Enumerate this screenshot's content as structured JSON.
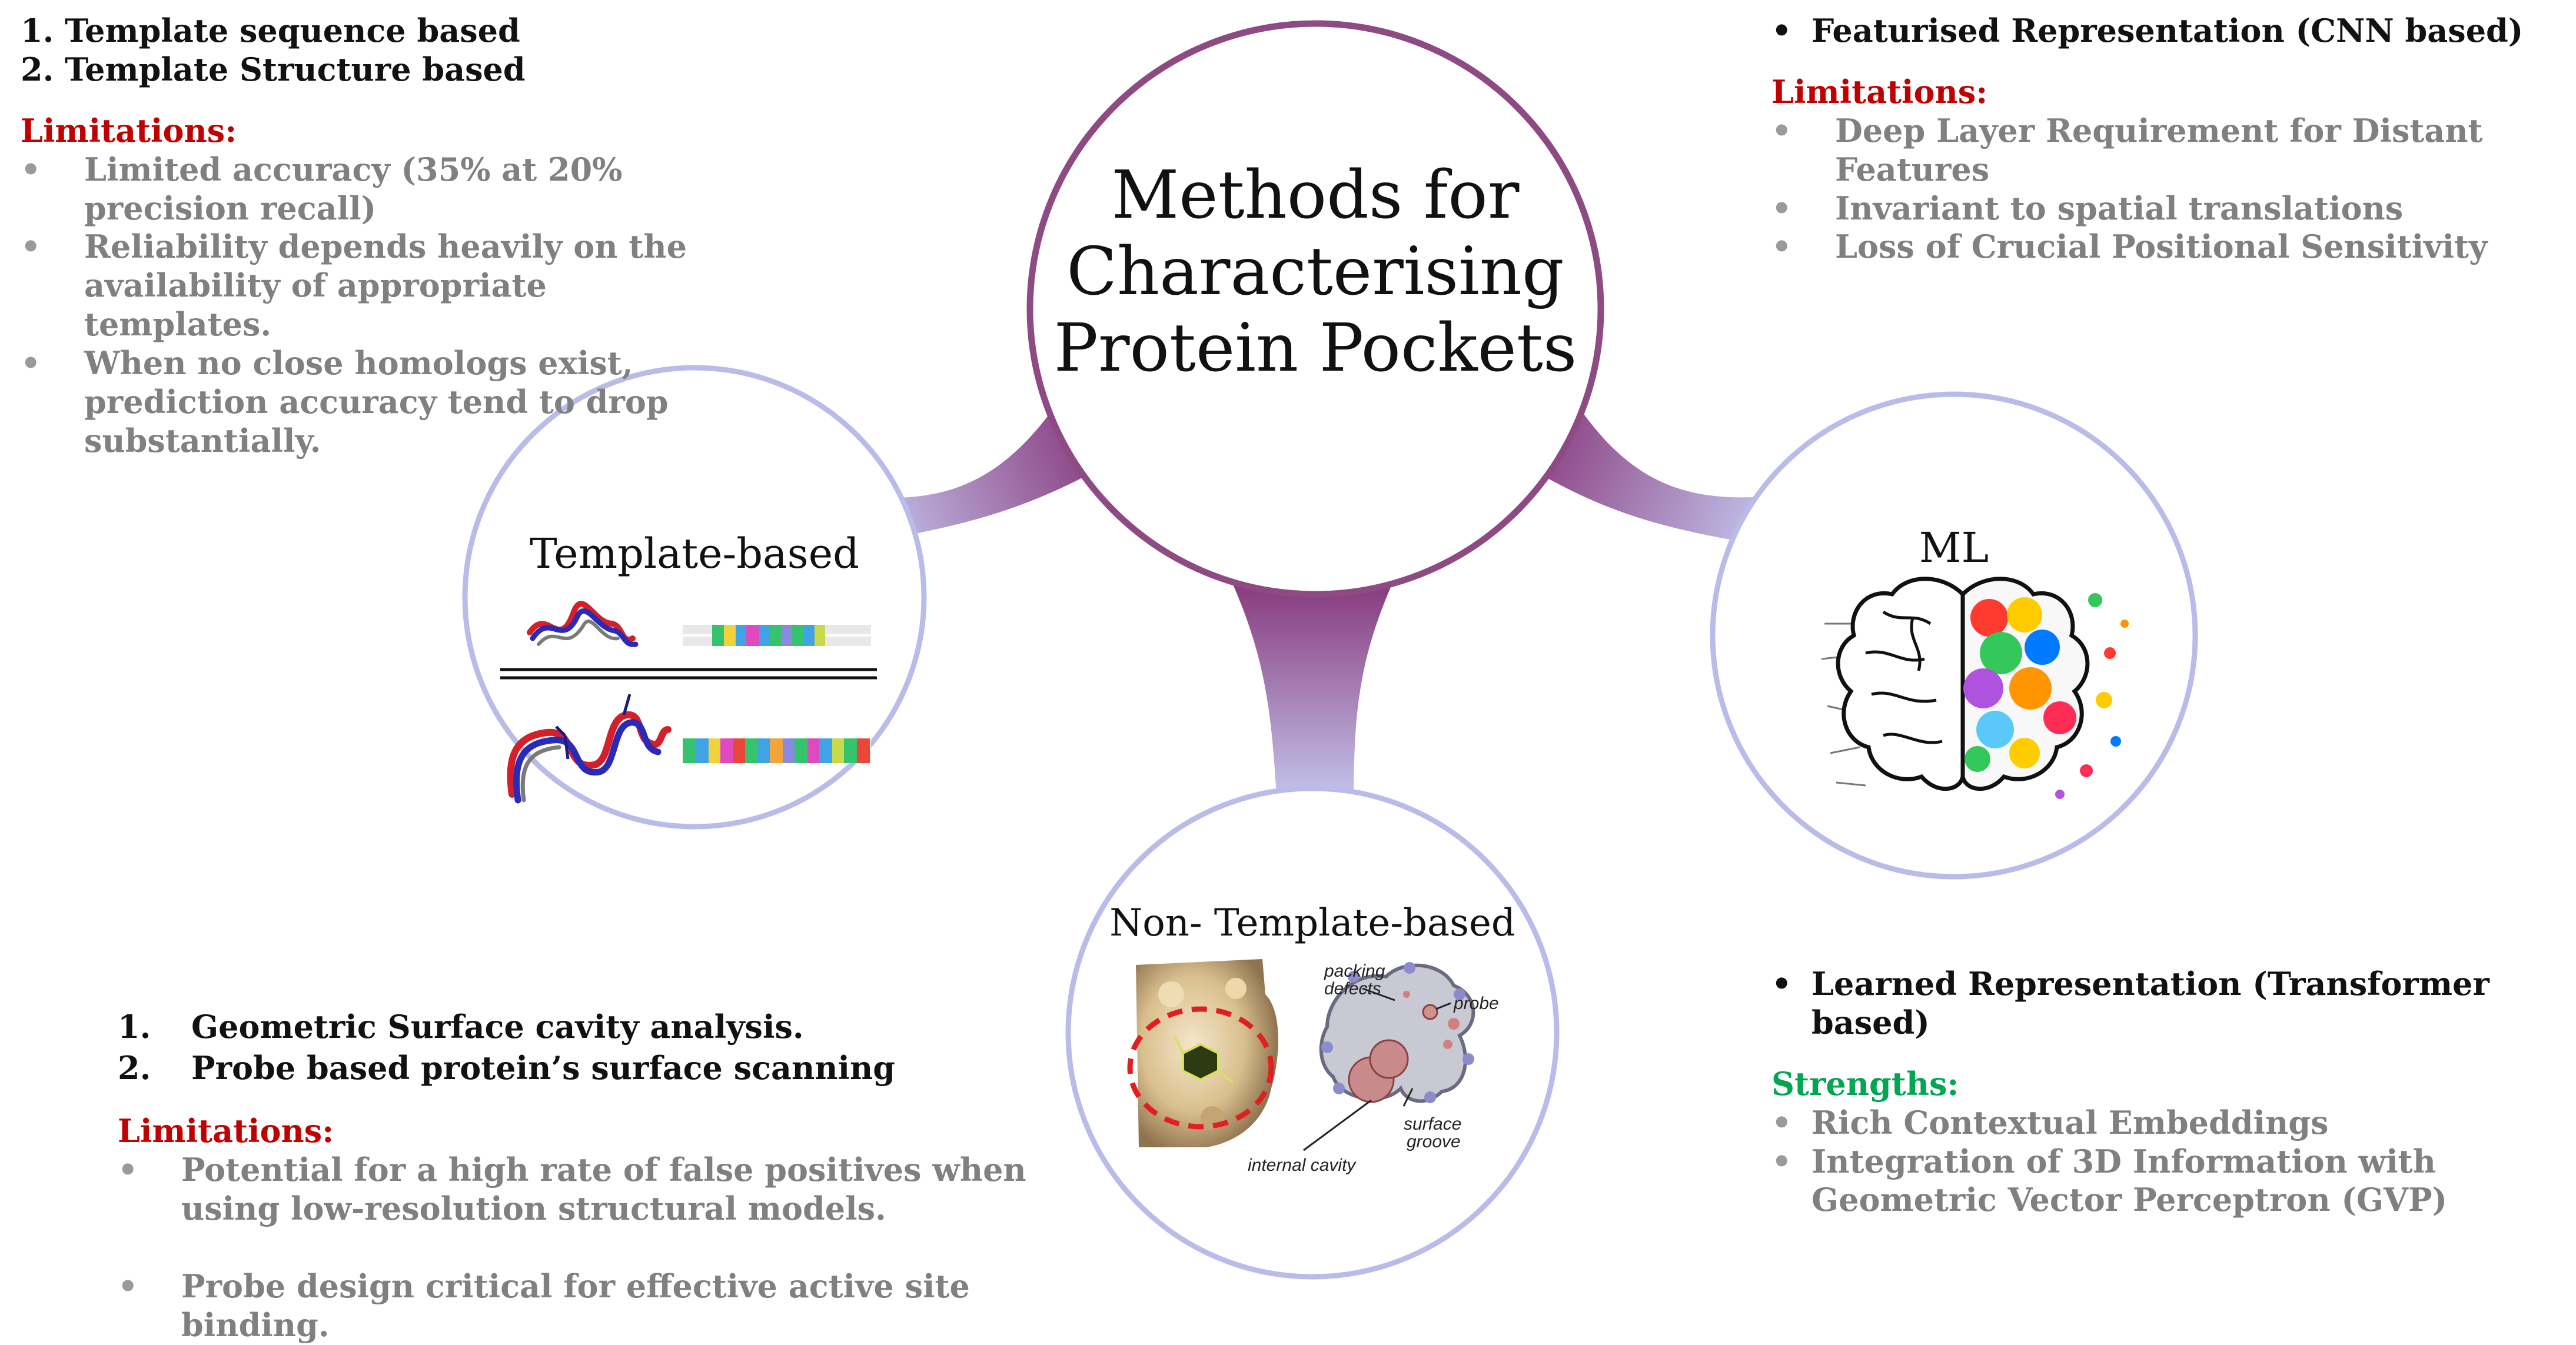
{
  "center": {
    "title_lines": [
      "Methods for",
      "Characterising",
      "Protein Pockets"
    ]
  },
  "nodes": {
    "template": {
      "title": "Template-based"
    },
    "non_template": {
      "title": "Non- Template-based"
    },
    "ml": {
      "title": "ML"
    }
  },
  "pocket_labels": {
    "packing": "packing",
    "defects": "defects",
    "probe": "probe",
    "surface": "surface",
    "groove": "groove",
    "internal_cavity": "internal cavity"
  },
  "template_panel": {
    "items": [
      "1. Template sequence based",
      "2. Template Structure based"
    ],
    "limitations_heading": "Limitations:",
    "limitations": [
      "Limited accuracy (35% at 20% precision recall)",
      "Reliability depends heavily on the availability of appropriate templates.",
      "When no close homologs exist, prediction accuracy tend to drop substantially."
    ]
  },
  "non_template_panel": {
    "items": [
      {
        "num": "1.",
        "text": "Geometric Surface cavity analysis."
      },
      {
        "num": "2.",
        "text": "Probe based protein’s surface scanning"
      }
    ],
    "limitations_heading": "Limitations:",
    "limitations": [
      "Potential for a high rate of false positives when using low-resolution structural models.",
      "Probe design critical for effective active site binding."
    ]
  },
  "ml_top_panel": {
    "item": "Featurised Representation (CNN based)",
    "limitations_heading": "Limitations:",
    "limitations": [
      "Deep Layer Requirement for Distant Features",
      "Invariant to spatial translations",
      "Loss of Crucial Positional Sensitivity"
    ]
  },
  "ml_bottom_panel": {
    "item": "Learned Representation (Transformer based)",
    "strengths_heading": "Strengths:",
    "strengths": [
      "Rich Contextual Embeddings",
      "Integration of 3D Information with Geometric Vector Perceptron (GVP)"
    ]
  },
  "colors": {
    "center_ring": "#8e4a83",
    "node_ring": "#b4b8e8",
    "limitations": "#c00000",
    "strengths": "#00a650",
    "bullet_text": "#808080"
  }
}
